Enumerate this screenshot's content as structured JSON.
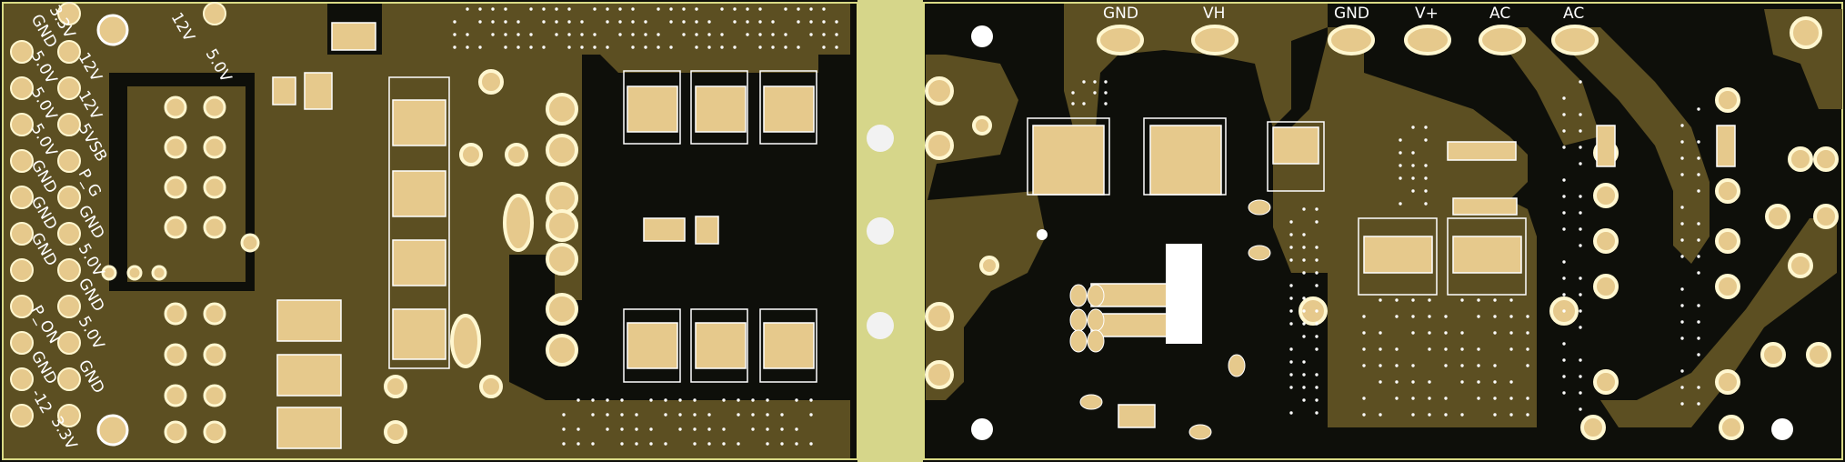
{
  "colors": {
    "background": "#0e0f0a",
    "copper": "#5c4f22",
    "pad": "#e6c98c",
    "silk": "#ffffff",
    "board_edge": "#d9da85",
    "divider": "#d6d68a",
    "hole": "#f2f2f2"
  },
  "left_board": {
    "top_labels": [
      "3.3V",
      "12V",
      "5.0V"
    ],
    "connector_labels_col1": [
      "GND",
      "5.0V",
      "5.0V",
      "5.0V",
      "GND",
      "GND",
      "GND",
      "P_ON",
      "GND",
      "-12"
    ],
    "connector_labels_col2": [
      "12V",
      "12V",
      "5VSB",
      "P_G",
      "GND",
      "5.0V",
      "GND",
      "5.0V",
      "GND",
      "3.3V"
    ]
  },
  "right_board": {
    "terminal_labels": [
      "GND",
      "VH",
      "GND",
      "V+",
      "AC",
      "AC"
    ]
  }
}
